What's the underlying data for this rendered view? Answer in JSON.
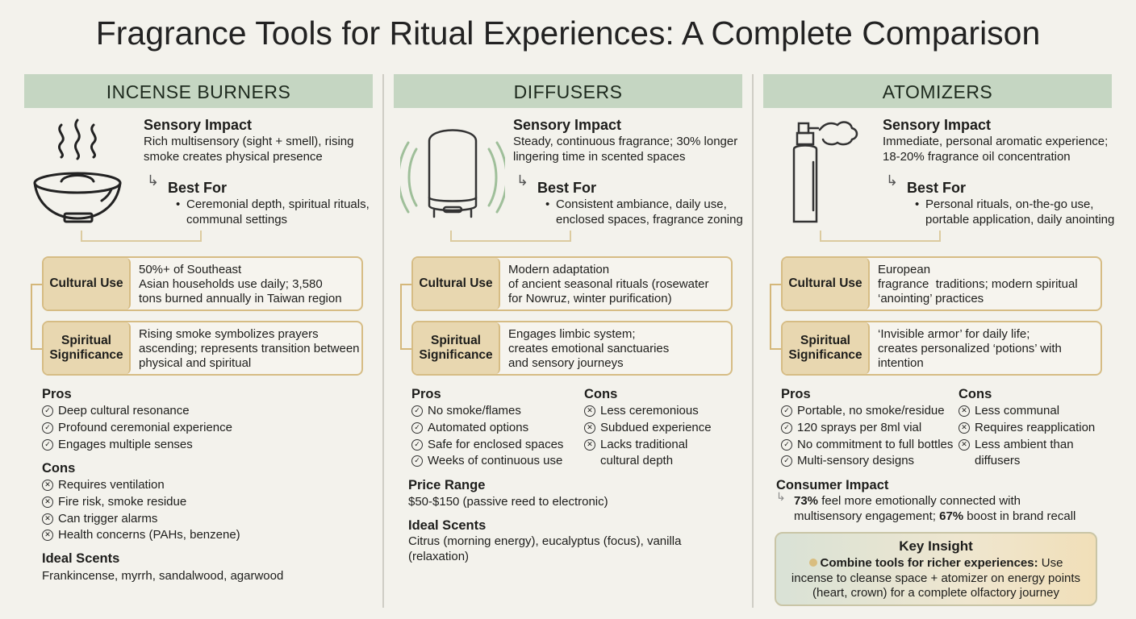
{
  "title": "Fragrance Tools for Ritual Experiences: A Complete Comparison",
  "columns": [
    {
      "header": "INCENSE BURNERS",
      "icon": "incense-bowl-icon",
      "sensory_title": "Sensory Impact",
      "sensory_lines": [
        "Rich multisensory (sight + smell), rising",
        "smoke creates physical presence"
      ],
      "best_title": "Best For",
      "best_lines": [
        "Ceremonial depth, spiritual rituals,",
        "communal settings"
      ],
      "cards": [
        {
          "label": "Cultural Use",
          "lines": [
            "50%+ of Southeast",
            "Asian households use daily; 3,580",
            "tons burned annually in Taiwan region"
          ]
        },
        {
          "label": "Spiritual Significance",
          "lines": [
            "Rising smoke symbolizes prayers",
            "ascending; represents transition between",
            "physical and spiritual"
          ]
        }
      ],
      "pros_title": "Pros",
      "pros": [
        "Deep cultural resonance",
        "Profound ceremonial experience",
        "Engages multiple senses"
      ],
      "cons_title": "Cons",
      "cons": [
        "Requires ventilation",
        "Fire risk, smoke residue",
        "Can trigger alarms",
        "Health concerns (PAHs, benzene)"
      ],
      "scents_title": "Ideal Scents",
      "scents": "Frankincense, myrrh, sandalwood, agarwood"
    },
    {
      "header": "DIFFUSERS",
      "icon": "diffuser-icon",
      "sensory_title": "Sensory Impact",
      "sensory_lines": [
        "Steady, continuous fragrance; 30% longer",
        "lingering time in scented spaces"
      ],
      "best_title": "Best For",
      "best_lines": [
        "Consistent ambiance, daily use,",
        "enclosed spaces, fragrance zoning"
      ],
      "cards": [
        {
          "label": "Cultural Use",
          "lines": [
            "Modern adaptation",
            "of ancient seasonal rituals (rosewater",
            "for Nowruz, winter purification)"
          ]
        },
        {
          "label": "Spiritual Significance",
          "lines": [
            "Engages limbic system;",
            "creates emotional sanctuaries",
            "and sensory journeys"
          ]
        }
      ],
      "pros_title": "Pros",
      "pros": [
        "No smoke/flames",
        "Automated options",
        "Safe for enclosed spaces",
        "Weeks of continuous use"
      ],
      "cons_title": "Cons",
      "cons": [
        "Less ceremonious",
        "Subdued experience",
        "Lacks traditional cultural depth"
      ],
      "price_title": "Price Range",
      "price": "$50-$150 (passive reed to electronic)",
      "scents_title": "Ideal Scents",
      "scents": "Citrus (morning energy), eucalyptus (focus), vanilla (relaxation)"
    },
    {
      "header": "ATOMIZERS",
      "icon": "spray-bottle-icon",
      "sensory_title": "Sensory Impact",
      "sensory_lines": [
        "Immediate, personal aromatic experience;",
        "18-20% fragrance oil concentration"
      ],
      "best_title": "Best For",
      "best_lines": [
        "Personal rituals, on-the-go use,",
        "portable application, daily anointing"
      ],
      "cards": [
        {
          "label": "Cultural Use",
          "lines": [
            "European",
            "fragrance  traditions; modern spiritual",
            "‘anointing’ practices"
          ]
        },
        {
          "label": "Spiritual Significance",
          "lines": [
            "‘Invisible armor’ for daily life;",
            "creates personalized ‘potions’ with",
            "intention"
          ]
        }
      ],
      "pros_title": "Pros",
      "pros": [
        "Portable, no smoke/residue",
        "120 sprays per 8ml vial",
        "No commitment to full bottles",
        "Multi-sensory designs"
      ],
      "cons_title": "Cons",
      "cons": [
        "Less communal",
        "Requires reapplication",
        "Less ambient than diffusers"
      ],
      "impact_title": "Consumer Impact",
      "impact_pct1": "73%",
      "impact_text1": " feel more emotionally connected with",
      "impact_text2": "multisensory engagement; ",
      "impact_pct2": "67%",
      "impact_text3": " boost in brand recall",
      "insight_title": "Key Insight",
      "insight_bold": "Combine tools for richer experiences:",
      "insight_text1": " Use",
      "insight_text2": "incense to cleanse space + atomizer on energy points",
      "insight_text3": "(heart, crown) for a complete olfactory journey"
    }
  ],
  "colors": {
    "header_bg": "#c5d6c2",
    "card_label_bg": "#e8d7b0",
    "card_border": "#d6bc84",
    "background": "#f3f2ec"
  }
}
